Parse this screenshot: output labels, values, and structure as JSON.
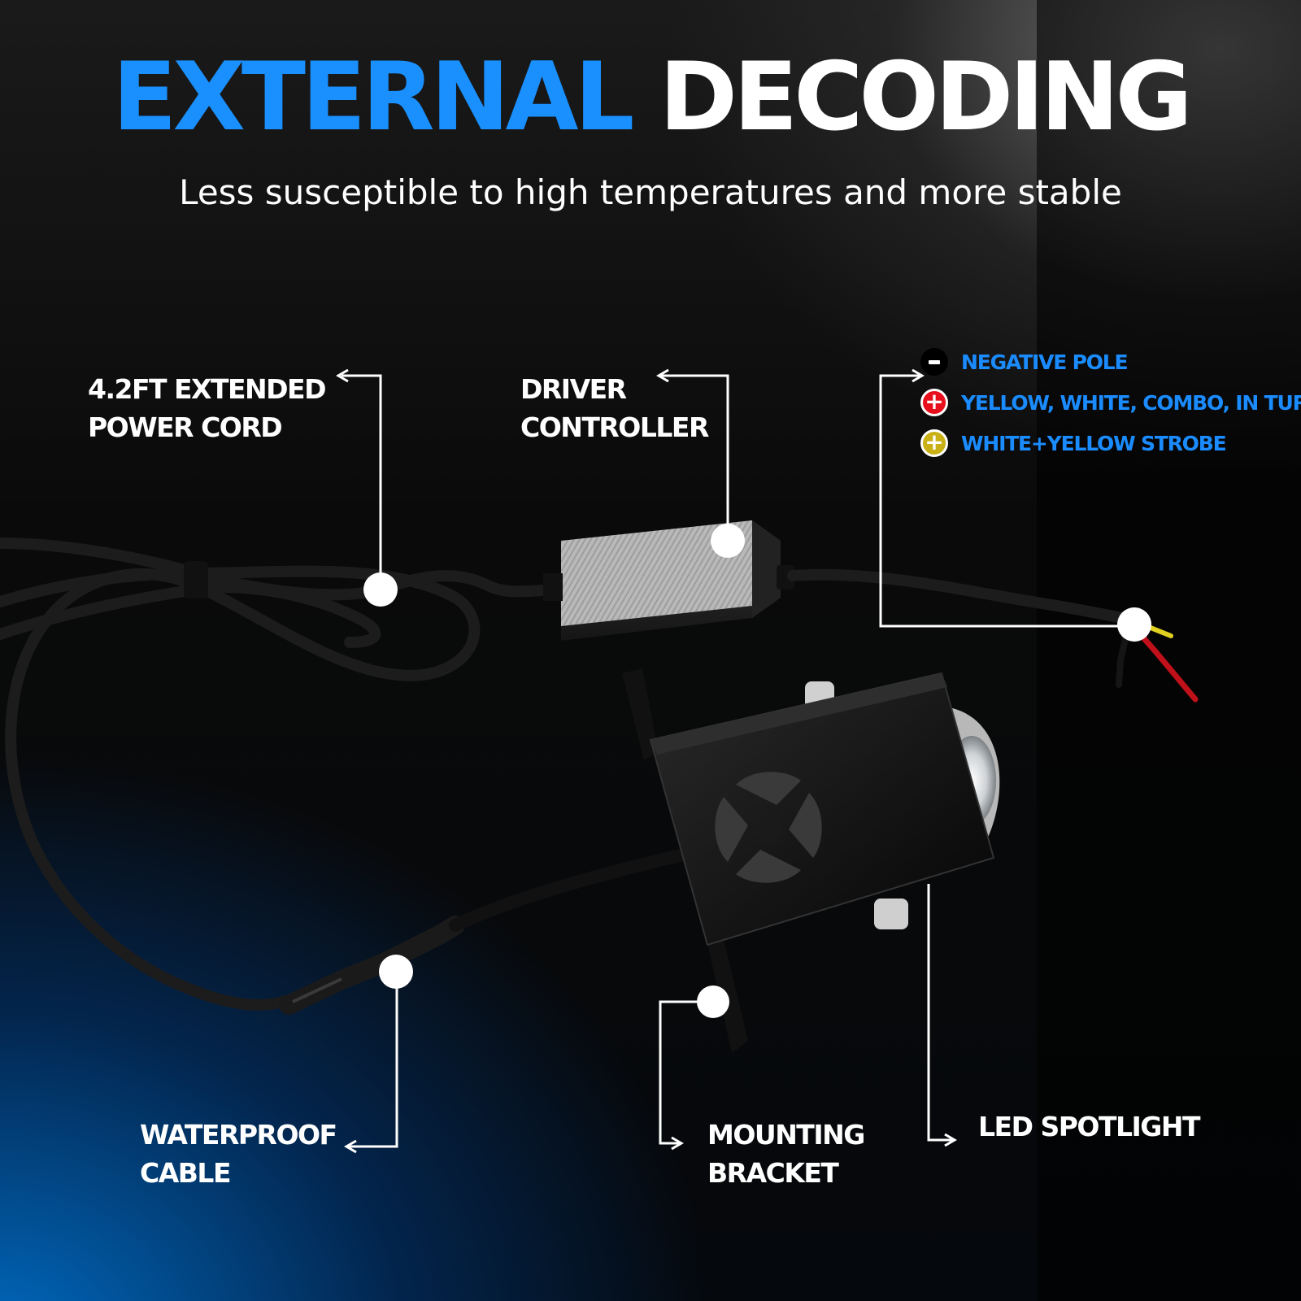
{
  "header": {
    "title_blue": "EXTERNAL",
    "title_white": "DECODING",
    "subtitle": "Less susceptible to high temperatures and more stable"
  },
  "callouts": {
    "power_cord": {
      "line1": "4.2FT EXTENDED",
      "line2": "POWER CORD"
    },
    "driver": {
      "line1": "DRIVER",
      "line2": "CONTROLLER"
    },
    "waterproof": {
      "line1": "WATERPROOF",
      "line2": "CABLE"
    },
    "bracket": {
      "line1": "MOUNTING",
      "line2": "BRACKET"
    },
    "spotlight": {
      "line1": "LED SPOTLIGHT"
    }
  },
  "wire_legend": [
    {
      "icon": "minus-icon",
      "text": "NEGATIVE POLE"
    },
    {
      "icon": "plus-icon",
      "color": "#e8101c",
      "text": "YELLOW, WHITE, COMBO, IN TURNS"
    },
    {
      "icon": "plus-icon",
      "color": "#c8b015",
      "text": "WHITE+YELLOW STROBE"
    }
  ],
  "colors": {
    "accent_blue": "#1a90ff",
    "legend_blue": "#1a8cff",
    "text_white": "#ffffff"
  }
}
